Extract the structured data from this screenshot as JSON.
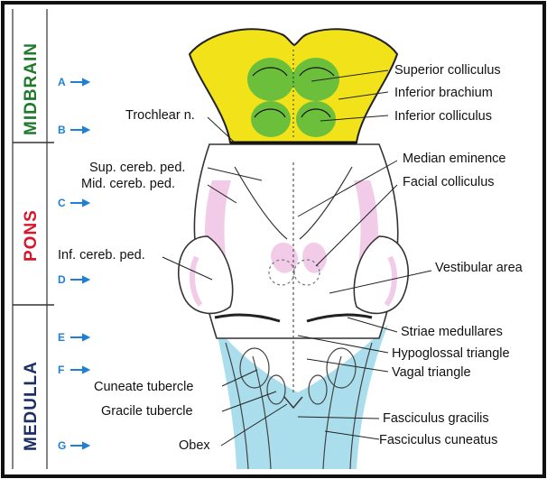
{
  "regions": [
    {
      "label": "MIDBRAIN",
      "color": "#1f7a2e"
    },
    {
      "label": "PONS",
      "color": "#d8152b"
    },
    {
      "label": "MEDULLA",
      "color": "#1a2f63"
    }
  ],
  "levels": [
    "A",
    "B",
    "C",
    "D",
    "E",
    "F",
    "G"
  ],
  "labels": {
    "superior_colliculus": "Superior colliculus",
    "inferior_brachium": "Inferior brachium",
    "inferior_colliculus": "Inferior colliculus",
    "trochlear_n": "Trochlear n.",
    "median_eminence": "Median eminence",
    "sup_cereb_ped": "Sup. cereb. ped.",
    "mid_cereb_ped": "Mid. cereb. ped.",
    "facial_colliculus": "Facial colliculus",
    "inf_cereb_ped": "Inf. cereb. ped.",
    "vestibular_area": "Vestibular area",
    "striae_medullares": "Striae medullares",
    "hypoglossal_triangle": "Hypoglossal triangle",
    "vagal_triangle": "Vagal triangle",
    "cuneate_tubercle": "Cuneate tubercle",
    "gracile_tubercle": "Gracile tubercle",
    "fasciculus_gracilis": "Fasciculus gracilis",
    "obex": "Obex",
    "fasciculus_cuneatus": "Fasciculus cuneatus"
  },
  "colors": {
    "border": "#111111",
    "midbrain_fill": "#f2e21a",
    "colliculi_fill": "#5dbb3f",
    "pink_shade": "#e9a9d8",
    "blue_shade": "#8fd3e6",
    "arrow": "#1f7fd6",
    "outline": "#333333"
  }
}
